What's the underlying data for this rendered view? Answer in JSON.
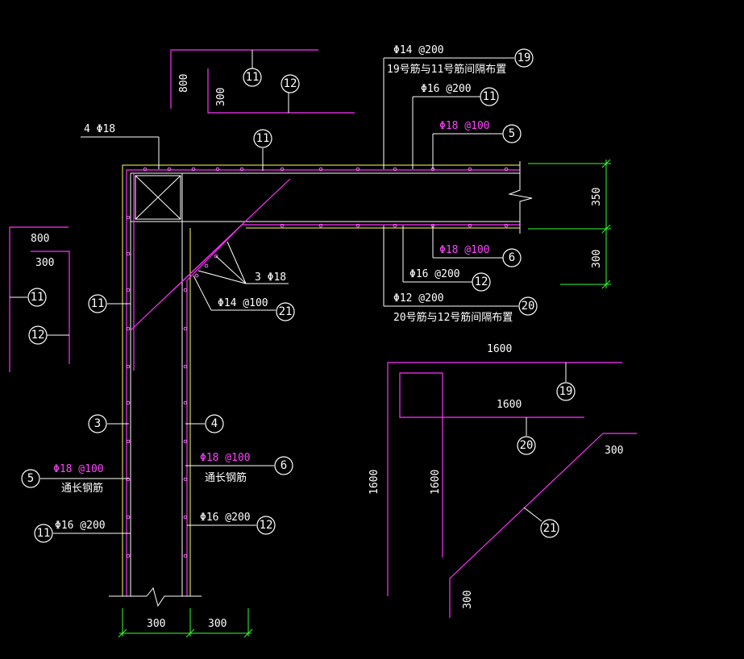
{
  "labels": {
    "phi14_200_top": "Φ14 @200",
    "note_19": "19号筋与11号筋间隔布置",
    "phi16_200_top": "Φ16 @200",
    "phi18_100_top": "Φ18 @100",
    "four_phi18": "4 Φ18",
    "phi18_100_bot": "Φ18 @100",
    "phi16_200_mid": "Φ16 @200",
    "phi12_200": "Φ12 @200",
    "note_20": "20号筋与12号筋间隔布置",
    "three_phi18": "3 Φ18",
    "phi14_100": "Φ14 @100",
    "left_phi18_100": "Φ18 @100",
    "left_tongchang": "通长钢筋",
    "right_phi18_100": "Φ18 @100",
    "right_tongchang": "通长钢筋",
    "left_phi16_200": "Φ16 @200",
    "right_phi16_200": "Φ16 @200"
  },
  "dims": {
    "d800_top": "800",
    "d300_top": "300",
    "d800_left": "800",
    "d300_left": "300",
    "d350": "350",
    "d300_right": "300",
    "d300_bot1": "300",
    "d300_bot2": "300",
    "d1600_a": "1600",
    "d1600_b": "1600",
    "d1600_v1": "1600",
    "d1600_v2": "1600",
    "d300_diag": "300",
    "d300_diag_bot": "300"
  },
  "marks": {
    "m11_top": "11",
    "m12_top": "12",
    "m19": "19",
    "m11_r": "11",
    "m5_r": "5",
    "m11_beam": "11",
    "m6_r": "6",
    "m12_r": "12",
    "m20_r": "20",
    "m21_mid": "21",
    "m11_leftdet": "11",
    "m12_leftdet": "12",
    "m11_col": "11",
    "m3": "3",
    "m4": "4",
    "m5_left": "5",
    "m6_right": "6",
    "m11_left": "11",
    "m12_right": "12",
    "m19_det": "19",
    "m20_det": "20",
    "m21_det": "21"
  },
  "colors": {
    "background": "#000000",
    "rebar": "#ff33ff",
    "line": "#ffffff",
    "dimension": "#33ff33",
    "concrete_edge": "#ffff66"
  }
}
